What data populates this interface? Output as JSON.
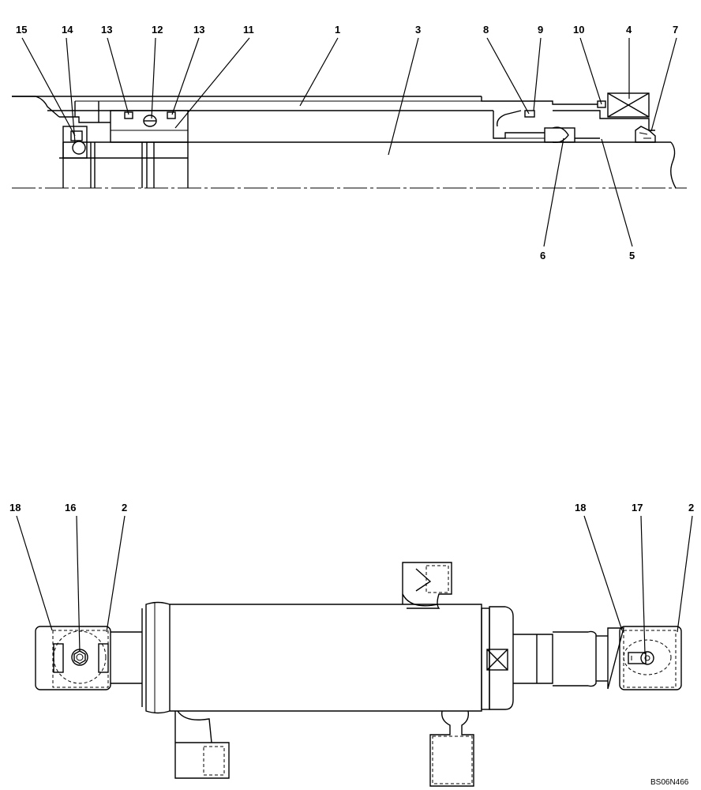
{
  "top_view": {
    "callouts": [
      "15",
      "14",
      "13",
      "12",
      "13",
      "11",
      "1",
      "3",
      "8",
      "9",
      "10",
      "4",
      "7",
      "6",
      "5"
    ]
  },
  "bottom_view": {
    "callouts": [
      "18",
      "16",
      "2",
      "18",
      "17",
      "2"
    ]
  },
  "drawing_code": "BS06N466"
}
